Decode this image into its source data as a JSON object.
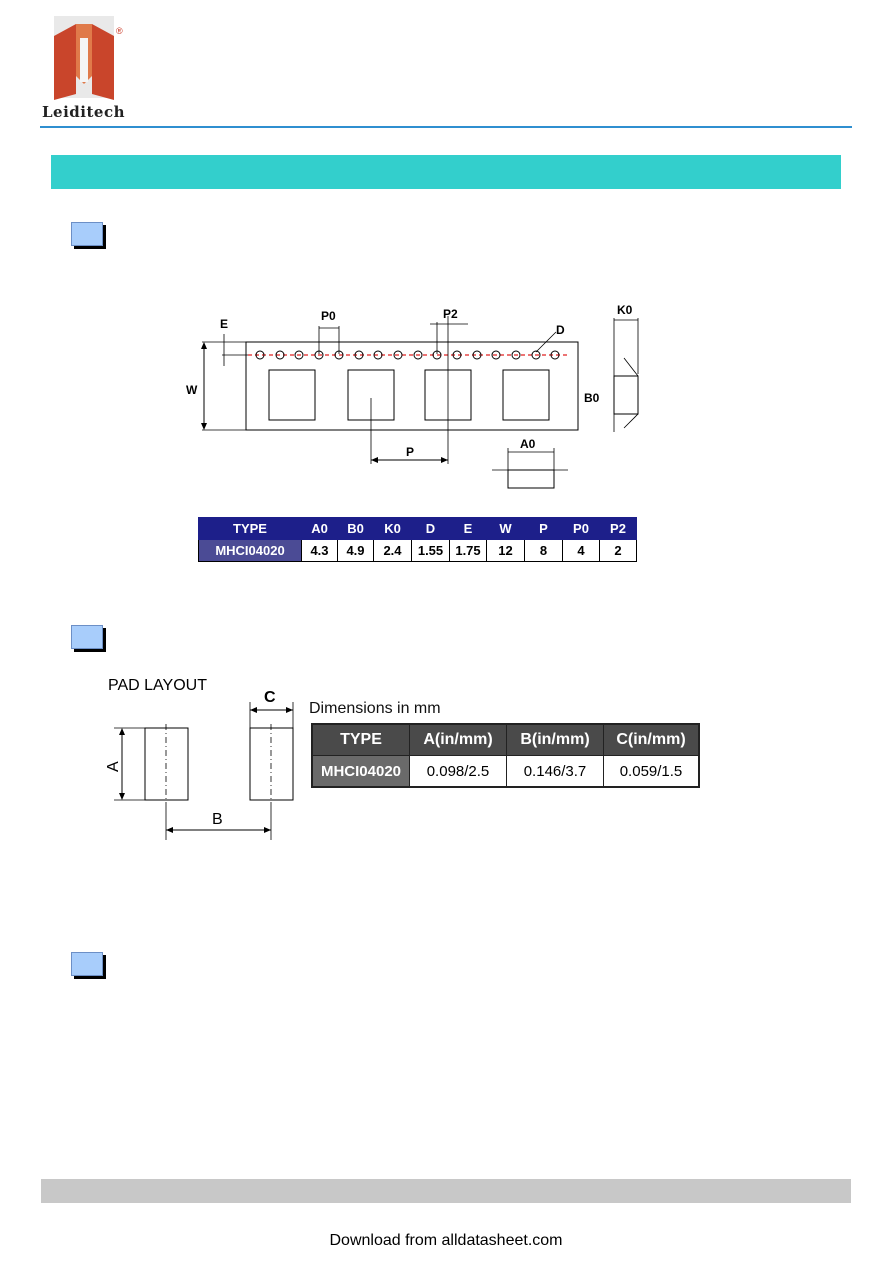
{
  "brand": {
    "name": "Leiditech",
    "registered_mark": "®"
  },
  "colors": {
    "header_rule": "#2f8fd0",
    "title_bar": "#33cfcc",
    "section_box": "#a8cdfb",
    "tape_table_header": "#1d1f8a",
    "pad_table_header": "#4a4a4a",
    "footer_bar": "#c8c8c8",
    "sprocket_line": "#e02020"
  },
  "tape_drawing": {
    "labels": {
      "e": "E",
      "p0": "P0",
      "p2": "P2",
      "d": "D",
      "w": "W",
      "p": "P",
      "k0": "K0",
      "b0": "B0",
      "a0": "A0"
    }
  },
  "tape_table": {
    "headers": [
      "TYPE",
      "A0",
      "B0",
      "K0",
      "D",
      "E",
      "W",
      "P",
      "P0",
      "P2"
    ],
    "row": [
      "MHCI04020",
      "4.3",
      "4.9",
      "2.4",
      "1.55",
      "1.75",
      "12",
      "8",
      "4",
      "2"
    ]
  },
  "pad_layout": {
    "title": "PAD LAYOUT",
    "labels": {
      "a": "A",
      "b": "B",
      "c": "C"
    },
    "dimensions_note": "Dimensions in mm"
  },
  "pad_table": {
    "headers": [
      "TYPE",
      "A(in/mm)",
      "B(in/mm)",
      "C(in/mm)"
    ],
    "row": [
      "MHCI04020",
      "0.098/2.5",
      "0.146/3.7",
      "0.059/1.5"
    ]
  },
  "footer": {
    "download_text": "Download from alldatasheet.com"
  }
}
